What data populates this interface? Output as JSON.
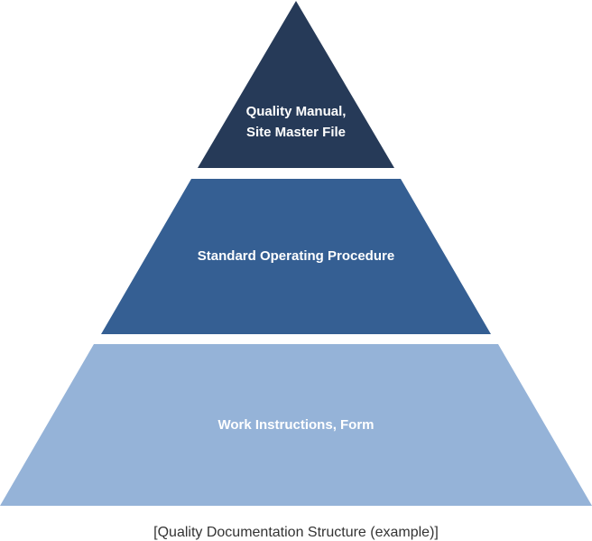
{
  "diagram": {
    "tiers": [
      {
        "name": "top",
        "lines": [
          "Quality Manual,",
          "Site Master File"
        ],
        "color": "#263a58"
      },
      {
        "name": "middle",
        "lines": [
          "Standard Operating Procedure"
        ],
        "color": "#355f93"
      },
      {
        "name": "bottom",
        "lines": [
          "Work Instructions, Form"
        ],
        "color": "#95b3d8"
      }
    ],
    "caption": "[Quality Documentation Structure (example)]"
  }
}
